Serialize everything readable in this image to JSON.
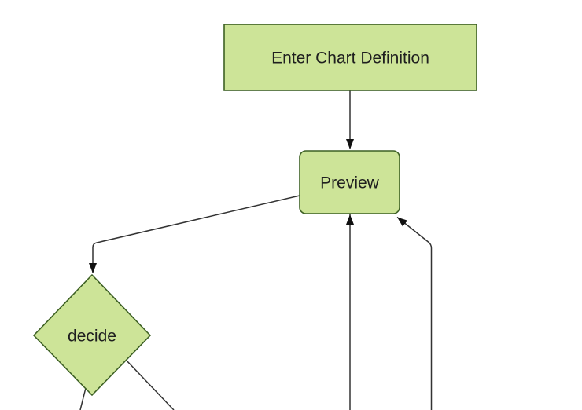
{
  "diagram": {
    "kind": "flowchart",
    "nodes": [
      {
        "id": "definition",
        "label": "Enter Chart Definition",
        "shape": "rectangle"
      },
      {
        "id": "preview",
        "label": "Preview",
        "shape": "rounded-rectangle"
      },
      {
        "id": "decide",
        "label": "decide",
        "shape": "diamond"
      }
    ],
    "edges": [
      {
        "from": "definition",
        "to": "preview",
        "arrowhead": true
      },
      {
        "from": "preview",
        "to": "decide",
        "arrowhead": true
      },
      {
        "from": "offscreen-bottom",
        "to": "preview",
        "arrowhead": true
      },
      {
        "from": "offscreen-bottom-right",
        "to": "preview",
        "arrowhead": true
      },
      {
        "from": "decide",
        "to": "offscreen-bottom-left",
        "arrowhead": false
      },
      {
        "from": "decide",
        "to": "offscreen-bottom-right",
        "arrowhead": false
      }
    ]
  },
  "colors": {
    "background": "#ffffff",
    "node_fill": "#cde498",
    "node_border": "#3d6024",
    "edge_stroke": "#333333",
    "arrowhead": "#111111",
    "label_text": "#1f1f1f"
  }
}
